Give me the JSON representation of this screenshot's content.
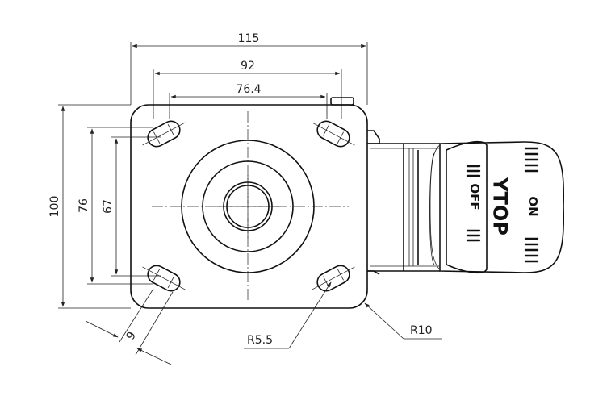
{
  "dimensions": {
    "overall_width": "115",
    "hole_spacing_outer": "92",
    "hole_spacing_inner": "76.4",
    "overall_height": "100",
    "vertical_outer": "76",
    "vertical_inner": "67",
    "slot_width": "9",
    "slot_radius": "R5.5",
    "corner_radius": "R10"
  },
  "brake_pedal": {
    "brand": "YTOP",
    "label_off": "OFF",
    "label_on": "ON"
  }
}
